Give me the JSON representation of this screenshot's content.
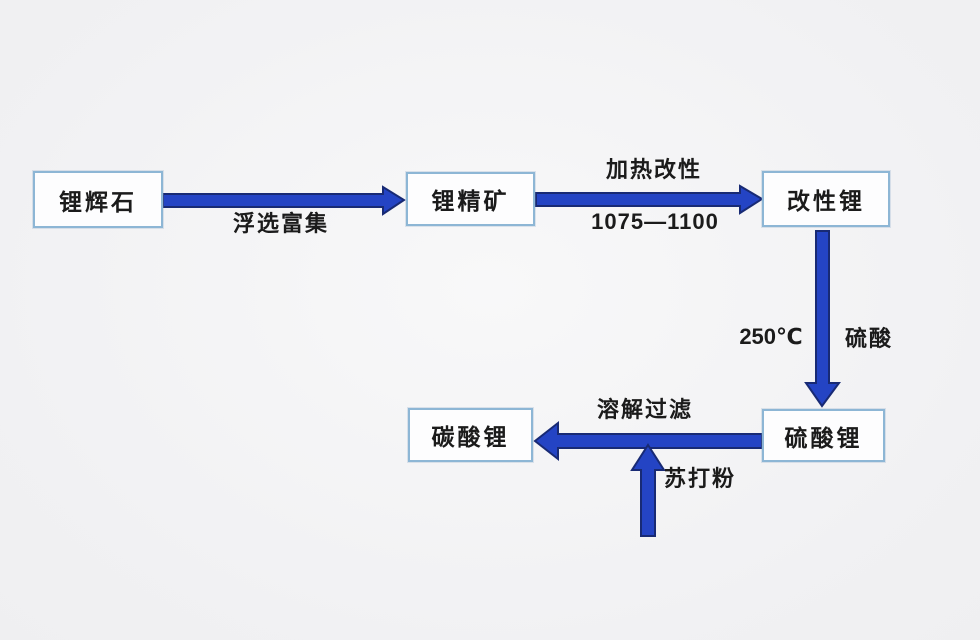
{
  "colors": {
    "bg": "#f1f1f3",
    "box_fill": "#fdfdfe",
    "box_border": "#8db6d5",
    "arrow_fill": "#2444c4",
    "arrow_stroke": "#182a74",
    "text": "#1b1b1b"
  },
  "nodes": {
    "spodumene": {
      "label": "锂辉石"
    },
    "lithium_concentrate": {
      "label": "锂精矿"
    },
    "modified_lithium": {
      "label": "改性锂"
    },
    "lithium_sulfate": {
      "label": "硫酸锂"
    },
    "lithium_carbonate": {
      "label": "碳酸锂"
    }
  },
  "edge_labels": {
    "flotation": "浮选富集",
    "heating": "加热改性",
    "temperature_range": "1075—1100",
    "temp_250": "250℃",
    "sulfuric_acid": "硫酸",
    "dissolve_filter": "溶解过滤",
    "soda_powder": "苏打粉"
  }
}
